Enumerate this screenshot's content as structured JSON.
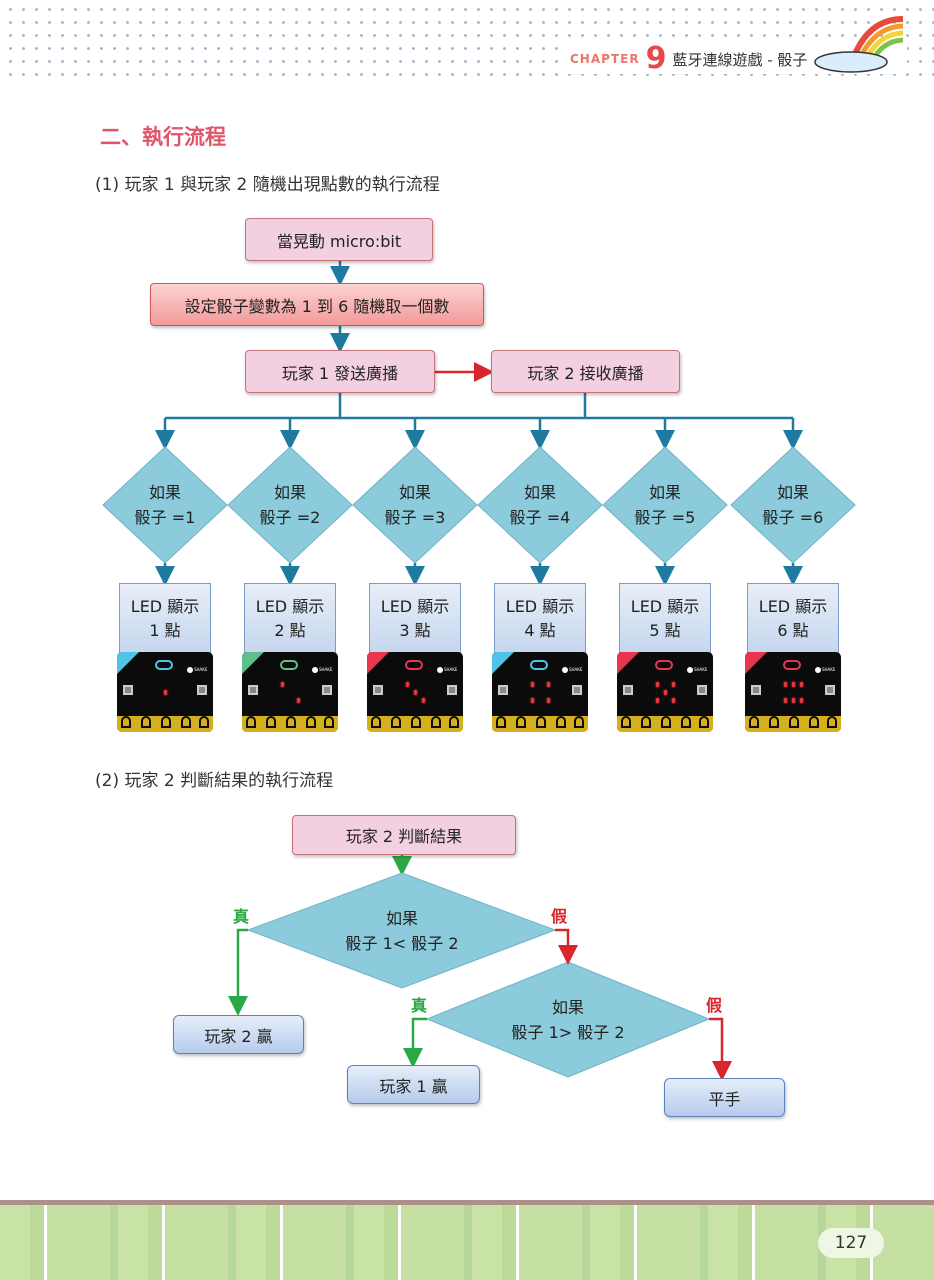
{
  "header": {
    "chapter_word": "CHAPTER",
    "chapter_number": "9",
    "chapter_title": "藍牙連線遊戲 - 骰子"
  },
  "section_title": "二、執行流程",
  "flow1": {
    "caption": "(1)  玩家 1 與玩家 2 隨機出現點數的執行流程",
    "start": "當晃動 micro:bit",
    "set_var": "設定骰子變數為 1 到 6 隨機取一個數",
    "send": "玩家 1 發送廣播",
    "receive": "玩家 2 接收廣播",
    "branches": [
      {
        "cond1": "如果",
        "cond2": "骰子 =1",
        "led1": "LED 顯示",
        "led2": "1 點",
        "accent": "#4fc3e8",
        "leds": [
          [
            2,
            2
          ]
        ]
      },
      {
        "cond1": "如果",
        "cond2": "骰子 =2",
        "led1": "LED 顯示",
        "led2": "2 點",
        "accent": "#5fbf8a",
        "leds": [
          [
            1,
            1
          ],
          [
            3,
            3
          ]
        ]
      },
      {
        "cond1": "如果",
        "cond2": "骰子 =3",
        "led1": "LED 顯示",
        "led2": "3 點",
        "accent": "#e8364f",
        "leds": [
          [
            1,
            1
          ],
          [
            2,
            2
          ],
          [
            3,
            3
          ]
        ]
      },
      {
        "cond1": "如果",
        "cond2": "骰子 =4",
        "led1": "LED 顯示",
        "led2": "4 點",
        "accent": "#4fc3e8",
        "leds": [
          [
            1,
            1
          ],
          [
            1,
            3
          ],
          [
            3,
            1
          ],
          [
            3,
            3
          ]
        ]
      },
      {
        "cond1": "如果",
        "cond2": "骰子 =5",
        "led1": "LED 顯示",
        "led2": "5 點",
        "accent": "#e8364f",
        "leds": [
          [
            1,
            1
          ],
          [
            1,
            3
          ],
          [
            2,
            2
          ],
          [
            3,
            1
          ],
          [
            3,
            3
          ]
        ]
      },
      {
        "cond1": "如果",
        "cond2": "骰子 =6",
        "led1": "LED 顯示",
        "led2": "6 點",
        "accent": "#e8364f",
        "leds": [
          [
            1,
            1
          ],
          [
            1,
            2
          ],
          [
            1,
            3
          ],
          [
            3,
            1
          ],
          [
            3,
            2
          ],
          [
            3,
            3
          ]
        ]
      }
    ]
  },
  "flow2": {
    "caption": "(2)  玩家 2 判斷結果的執行流程",
    "start": "玩家 2 判斷結果",
    "cond1_a": "如果",
    "cond1_b": "骰子 1< 骰子 2",
    "cond2_a": "如果",
    "cond2_b": "骰子 1> 骰子 2",
    "true_label": "真",
    "false_label": "假",
    "p2_win": "玩家 2 贏",
    "p1_win": "玩家 1 贏",
    "draw": "平手",
    "true_color": "#2aa845",
    "false_color": "#d9262c"
  },
  "page_number": "127"
}
